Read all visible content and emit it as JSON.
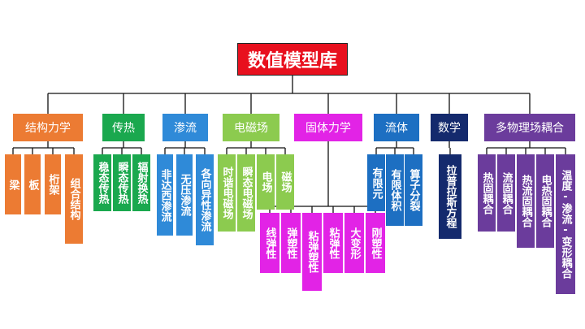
{
  "root": {
    "label": "数值模型库",
    "color": "#e8101e"
  },
  "categories": [
    {
      "label": "结构力学",
      "color": "#ec7b33",
      "children": [
        "梁",
        "板",
        "桁架",
        "组合结构"
      ]
    },
    {
      "label": "传热",
      "color": "#1aa84e",
      "children": [
        "稳态传热",
        "瞬态传热",
        "辐射换热"
      ]
    },
    {
      "label": "渗流",
      "color": "#2f8ad8",
      "children": [
        "非达西渗流",
        "无压渗流",
        "各向异性渗流"
      ]
    },
    {
      "label": "电磁场",
      "color": "#8ccb4f",
      "children": [
        "时谐电磁场",
        "瞬态电磁场",
        "电场",
        "磁场"
      ]
    },
    {
      "label": "固体力学",
      "color": "#e223e6",
      "children": [
        "线弹性",
        "弹塑性",
        "粘弹塑性",
        "粘弹性",
        "大变形",
        "刚塑性"
      ]
    },
    {
      "label": "流体",
      "color": "#1d6fc2",
      "children": [
        "有限元",
        "有限体积",
        "算子分裂"
      ]
    },
    {
      "label": "数学",
      "color": "#142a6d",
      "children": [
        "拉普拉斯方程"
      ]
    },
    {
      "label": "多物理场耦合",
      "color": "#6b3c9c",
      "children": [
        "热固耦合",
        "流固耦合",
        "热流固耦合",
        "电热固耦合",
        "温度-渗流-变形耦合"
      ]
    }
  ]
}
